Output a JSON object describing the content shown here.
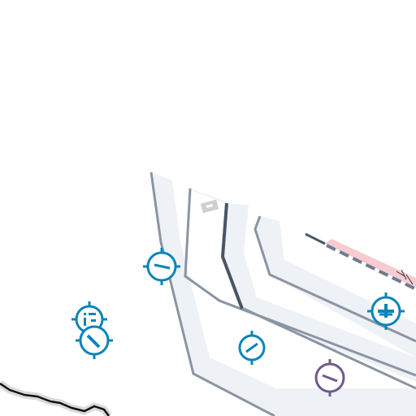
{
  "map": {
    "colors": {
      "background": "#ffffff",
      "road_fill": "#eef1f6",
      "road_edge": "#8a95a3",
      "rail_dark": "#4a5564",
      "rail_light": "#6f7d8f",
      "boundary": "#111111",
      "boundary_halo": "#d9d9d9",
      "pink_zone": "#f6cbd1",
      "marker_blue": "#0a84b8",
      "marker_purple": "#6e5a8e",
      "label_tag": "#cfcfcf"
    },
    "markers": [
      {
        "id": "marker-a",
        "icon": "line-minus-icon",
        "color": "blue"
      },
      {
        "id": "marker-b",
        "icon": "info-icon",
        "color": "blue"
      },
      {
        "id": "marker-c",
        "icon": "arrow-diagonal-icon",
        "color": "blue"
      },
      {
        "id": "marker-d",
        "icon": "slash-icon",
        "color": "blue"
      },
      {
        "id": "marker-e",
        "icon": "plus-icon",
        "color": "blue"
      },
      {
        "id": "marker-f",
        "icon": "line-minus-icon",
        "color": "purple"
      }
    ]
  }
}
